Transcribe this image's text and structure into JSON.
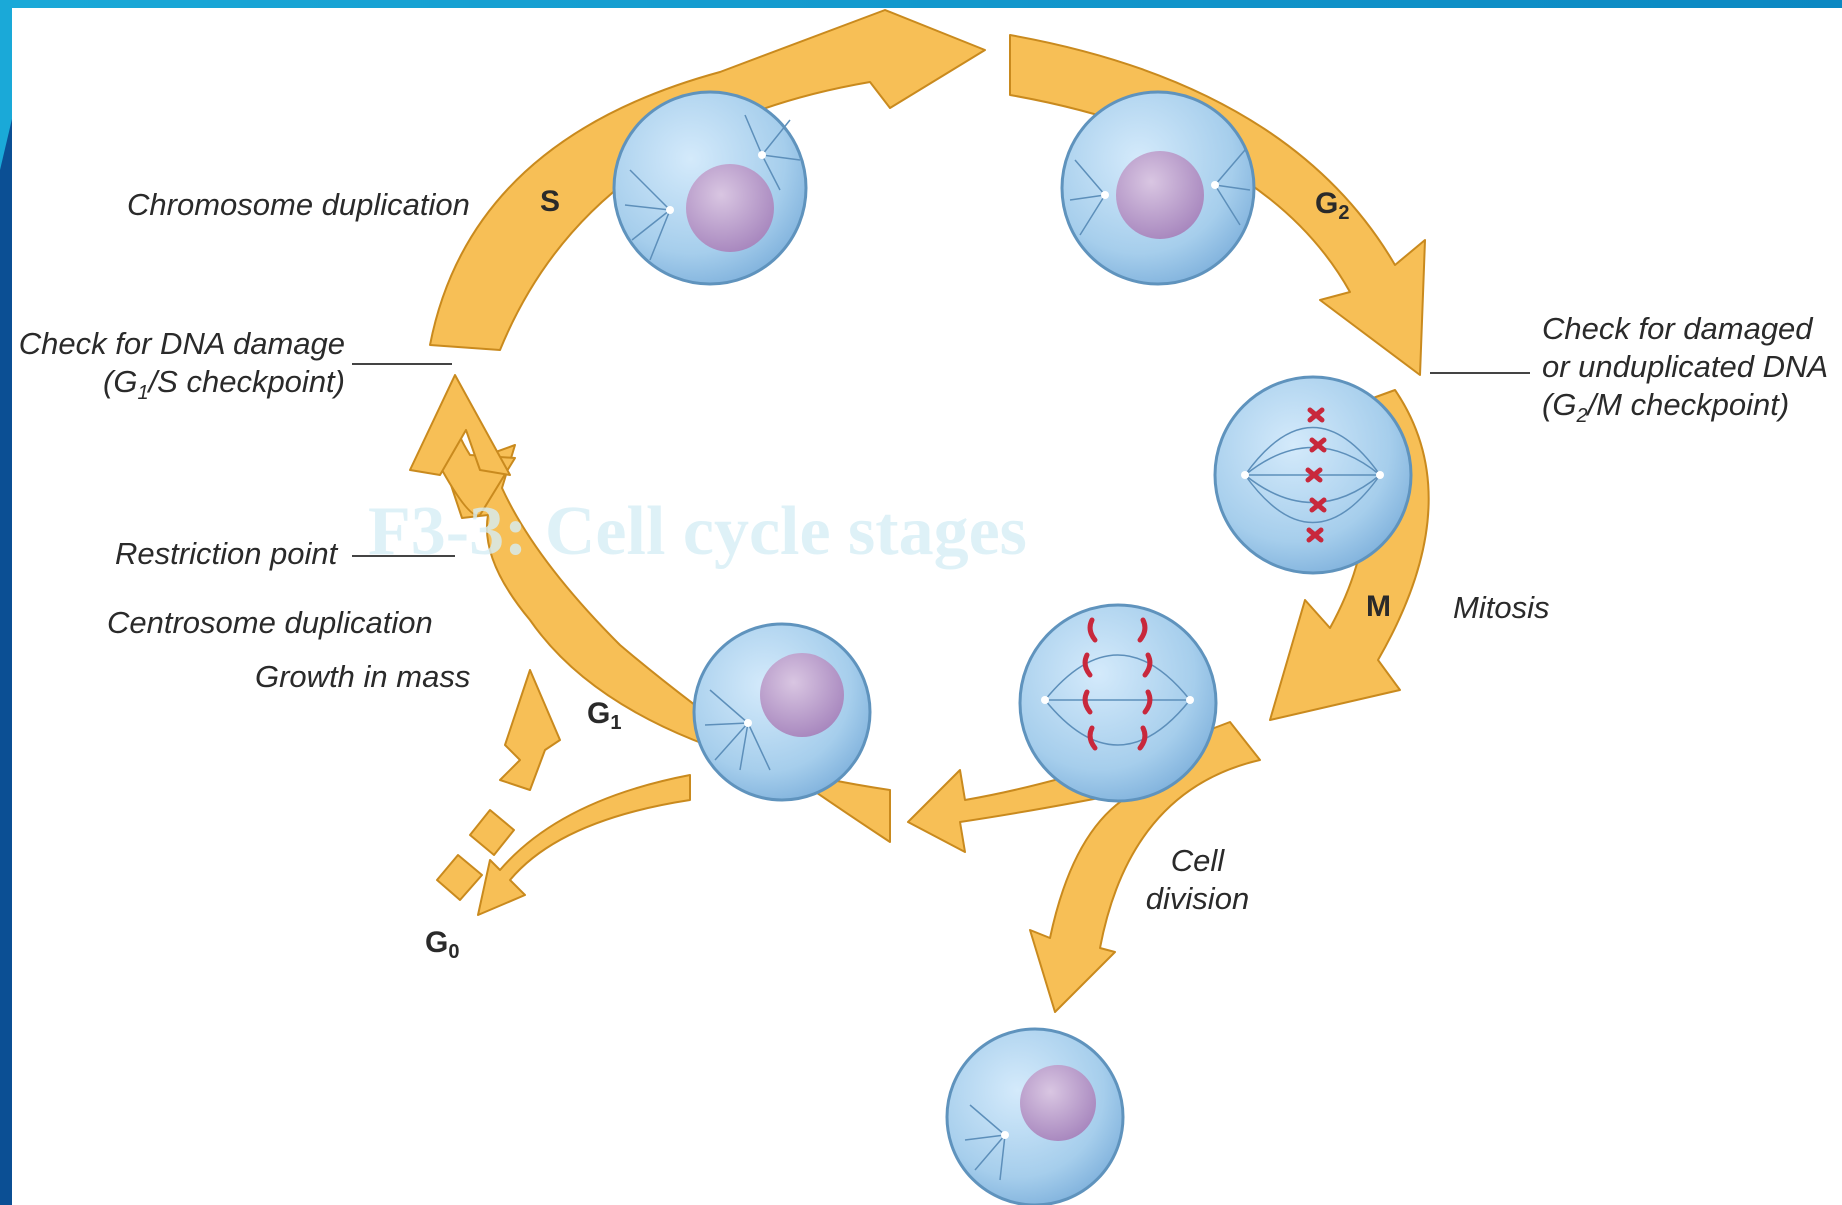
{
  "slide_title": "F3-3: Cell cycle stages",
  "phases": {
    "s": "S",
    "g2_main": "G",
    "g2_sub": "2",
    "m": "M",
    "g1_main": "G",
    "g1_sub": "1",
    "g0_main": "G",
    "g0_sub": "0"
  },
  "labels": {
    "chromosome_duplication": "Chromosome duplication",
    "check_dna_damage_line1": "Check for DNA damage",
    "check_dna_damage_line2_pre": "(G",
    "check_dna_damage_line2_sub": "1",
    "check_dna_damage_line2_post": "/S checkpoint)",
    "check_damaged_line1": "Check for damaged",
    "check_damaged_line2": "or unduplicated DNA",
    "check_damaged_line3_pre": "(G",
    "check_damaged_line3_sub": "2",
    "check_damaged_line3_post": "/M checkpoint)",
    "restriction_point": "Restriction point",
    "centrosome_duplication": "Centrosome duplication",
    "growth_in_mass": "Growth in mass",
    "mitosis": "Mitosis",
    "cell_division_line1": "Cell",
    "cell_division_line2": "division"
  },
  "colors": {
    "background_frame": "#0b4f94",
    "canvas": "#ffffff",
    "arrow_fill": "#f7bf56",
    "arrow_stroke": "#c98a1e",
    "cell_fill": "#a8d0ee",
    "cell_stroke": "#5f93bd",
    "nucleus_fill": "#b79cc7",
    "chromosome": "#c8283c",
    "title": "#d6eef6"
  }
}
